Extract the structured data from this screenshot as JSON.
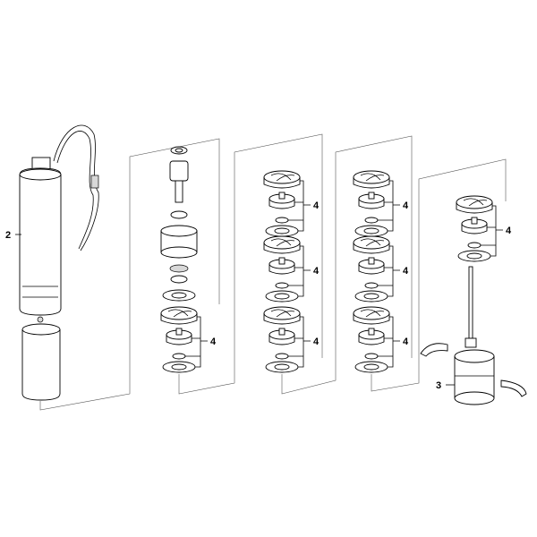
{
  "diagram": {
    "labels": {
      "motor": "2",
      "inlet": "3",
      "stage": "4"
    }
  }
}
